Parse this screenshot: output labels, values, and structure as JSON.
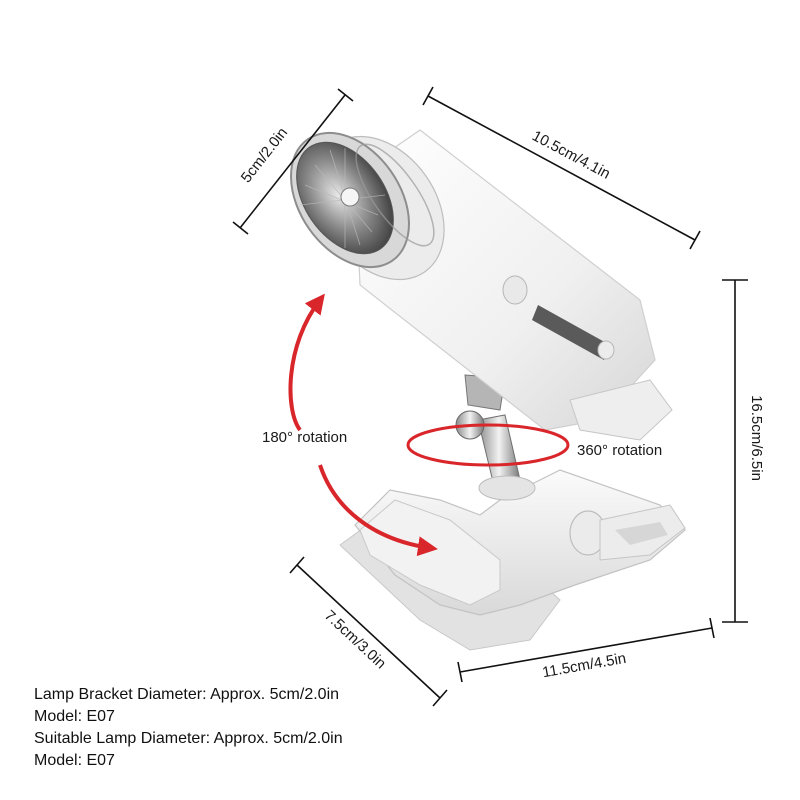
{
  "dimensions": {
    "bracket_diameter": "5cm/2.0in",
    "length": "10.5cm/4.1in",
    "height": "16.5cm/6.5in",
    "clip_depth": "7.5cm/3.0in",
    "clip_width": "11.5cm/4.5in"
  },
  "rotations": {
    "tilt": "180° rotation",
    "swivel": "360° rotation"
  },
  "specs": [
    "Lamp Bracket Diameter: Approx. 5cm/2.0in",
    "Model: E07",
    "Suitable Lamp Diameter: Approx. 5cm/2.0in",
    "Model: E07"
  ],
  "colors": {
    "arrow": "#d9262b",
    "dimension_line": "#111111",
    "lamp_body": "#f4f4f4"
  }
}
